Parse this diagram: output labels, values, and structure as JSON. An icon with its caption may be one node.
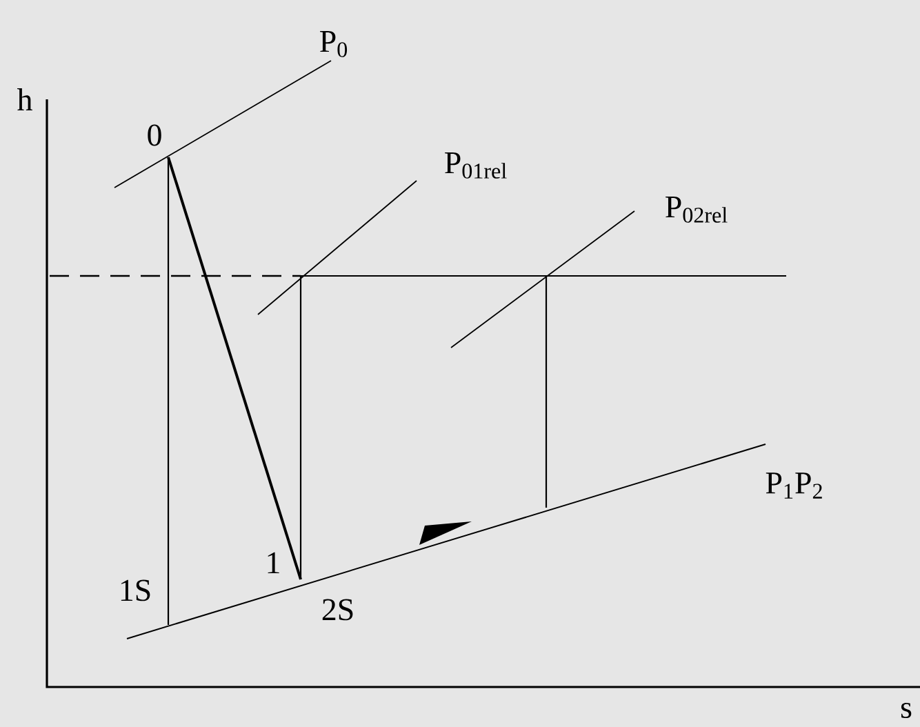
{
  "diagram": {
    "labels": [
      "h",
      "P$_{0}$",
      "0",
      "P$_{01rel}$",
      "P$_{02rel}$",
      "1",
      "1S",
      "2S",
      "P$_{1}$P$_{2}$",
      "s"
    ]
  }
}
